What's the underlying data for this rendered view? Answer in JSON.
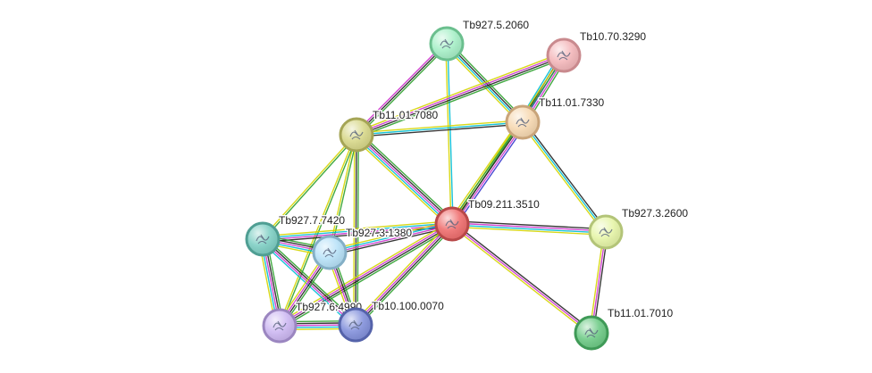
{
  "network": {
    "nodes": [
      {
        "id": "n1",
        "label": "Tb927.5.2060",
        "color": "#a8f0c8",
        "ring": "#6bbf8e"
      },
      {
        "id": "n2",
        "label": "Tb10.70.3290",
        "color": "#f4b8bb",
        "ring": "#c98a8e"
      },
      {
        "id": "n3",
        "label": "Tb11.01.7330",
        "color": "#f7d9b2",
        "ring": "#c9a47a"
      },
      {
        "id": "n4",
        "label": "Tb11.01.7080",
        "color": "#d8d88a",
        "ring": "#a5a556"
      },
      {
        "id": "n5",
        "label": "Tb09.211.3510",
        "color": "#ef6f6f",
        "ring": "#b84848"
      },
      {
        "id": "n6",
        "label": "Tb927.3.2600",
        "color": "#e6f5a8",
        "ring": "#b3c478"
      },
      {
        "id": "n7",
        "label": "Tb927.7.7420",
        "color": "#7fcfc4",
        "ring": "#4f9e93"
      },
      {
        "id": "n8",
        "label": "Tb927.3.1380",
        "color": "#b8e2f8",
        "ring": "#84afc6"
      },
      {
        "id": "n9",
        "label": "Tb927.6.4990",
        "color": "#cdb8f2",
        "ring": "#9b86c0"
      },
      {
        "id": "n10",
        "label": "Tb10.100.0070",
        "color": "#8492dc",
        "ring": "#5563aa"
      },
      {
        "id": "n11",
        "label": "Tb11.01.7010",
        "color": "#6fcb87",
        "ring": "#3f9a57"
      }
    ],
    "edges": [
      {
        "from": "n1",
        "to": "n3",
        "colors": [
          "#2ca02c",
          "#222222",
          "#00bcd4",
          "#d4d400"
        ]
      },
      {
        "from": "n1",
        "to": "n4",
        "colors": [
          "#2ca02c",
          "#222222",
          "#cc33cc"
        ]
      },
      {
        "from": "n1",
        "to": "n5",
        "colors": [
          "#00bcd4",
          "#d4d400"
        ]
      },
      {
        "from": "n2",
        "to": "n3",
        "colors": [
          "#2ca02c",
          "#cc33cc",
          "#3333cc",
          "#222222",
          "#00bcd4"
        ]
      },
      {
        "from": "n2",
        "to": "n4",
        "colors": [
          "#2ca02c",
          "#222222",
          "#cc33cc",
          "#d4d400"
        ]
      },
      {
        "from": "n2",
        "to": "n5",
        "colors": [
          "#2ca02c",
          "#d4d400"
        ]
      },
      {
        "from": "n3",
        "to": "n4",
        "colors": [
          "#222222",
          "#00bcd4",
          "#d4d400"
        ]
      },
      {
        "from": "n3",
        "to": "n5",
        "colors": [
          "#3333cc",
          "#cc33cc",
          "#222222",
          "#2ca02c",
          "#d4d400"
        ]
      },
      {
        "from": "n3",
        "to": "n6",
        "colors": [
          "#222222",
          "#00bcd4",
          "#d4d400"
        ]
      },
      {
        "from": "n4",
        "to": "n5",
        "colors": [
          "#2ca02c",
          "#222222",
          "#cc33cc",
          "#00bcd4",
          "#d4d400"
        ]
      },
      {
        "from": "n4",
        "to": "n7",
        "colors": [
          "#2ca02c",
          "#d4d400"
        ]
      },
      {
        "from": "n4",
        "to": "n8",
        "colors": [
          "#2ca02c",
          "#d4d400"
        ]
      },
      {
        "from": "n4",
        "to": "n9",
        "colors": [
          "#2ca02c",
          "#d4d400"
        ]
      },
      {
        "from": "n4",
        "to": "n10",
        "colors": [
          "#2ca02c",
          "#222222",
          "#d4d400"
        ]
      },
      {
        "from": "n5",
        "to": "n6",
        "colors": [
          "#222222",
          "#cc33cc",
          "#00bcd4",
          "#d4d400"
        ]
      },
      {
        "from": "n5",
        "to": "n7",
        "colors": [
          "#222222",
          "#cc33cc",
          "#00bcd4",
          "#d4d400"
        ]
      },
      {
        "from": "n5",
        "to": "n8",
        "colors": [
          "#222222",
          "#cc33cc",
          "#00bcd4",
          "#d4d400"
        ]
      },
      {
        "from": "n5",
        "to": "n9",
        "colors": [
          "#2ca02c",
          "#222222",
          "#cc33cc",
          "#d4d400"
        ]
      },
      {
        "from": "n5",
        "to": "n10",
        "colors": [
          "#2ca02c",
          "#222222",
          "#cc33cc",
          "#d4d400"
        ]
      },
      {
        "from": "n5",
        "to": "n11",
        "colors": [
          "#222222",
          "#cc33cc",
          "#d4d400"
        ]
      },
      {
        "from": "n6",
        "to": "n11",
        "colors": [
          "#222222",
          "#cc33cc",
          "#d4d400"
        ]
      },
      {
        "from": "n7",
        "to": "n8",
        "colors": [
          "#2ca02c",
          "#222222",
          "#cc33cc",
          "#00bcd4",
          "#d4d400"
        ]
      },
      {
        "from": "n7",
        "to": "n9",
        "colors": [
          "#2ca02c",
          "#222222",
          "#cc33cc",
          "#00bcd4",
          "#d4d400"
        ]
      },
      {
        "from": "n7",
        "to": "n10",
        "colors": [
          "#2ca02c",
          "#222222",
          "#cc33cc",
          "#00bcd4"
        ]
      },
      {
        "from": "n8",
        "to": "n9",
        "colors": [
          "#2ca02c",
          "#222222",
          "#cc33cc",
          "#d4d400"
        ]
      },
      {
        "from": "n8",
        "to": "n10",
        "colors": [
          "#2ca02c",
          "#222222",
          "#cc33cc",
          "#d4d400"
        ]
      },
      {
        "from": "n9",
        "to": "n10",
        "colors": [
          "#2ca02c",
          "#222222",
          "#cc33cc",
          "#00bcd4",
          "#d4d400"
        ]
      }
    ]
  }
}
